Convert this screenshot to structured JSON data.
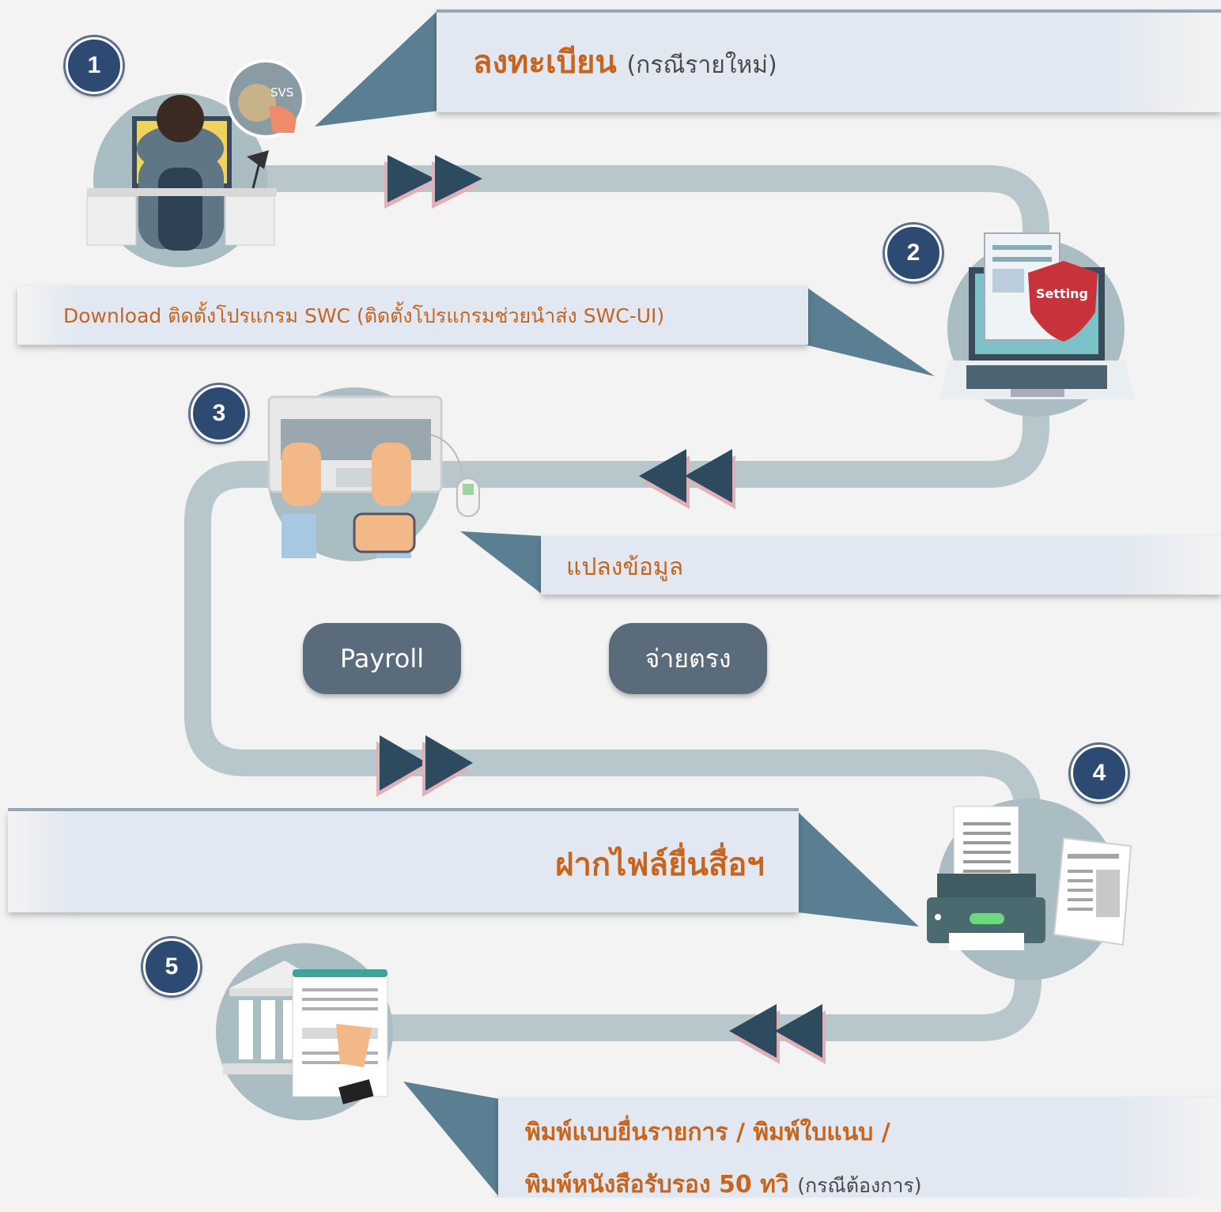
{
  "steps": [
    {
      "number": "1",
      "title": "ลงทะเบียน",
      "note": "(กรณีรายใหม่)"
    },
    {
      "number": "2",
      "title": "Download ติดตั้งโปรแกรม SWC  (ติดตั้งโปรแกรมช่วยนำส่ง SWC-UI)"
    },
    {
      "number": "3",
      "title": "แปลงข้อมูล"
    },
    {
      "number": "4",
      "title": "ฝากไฟล์ยื่นสื่อฯ"
    },
    {
      "number": "5",
      "title_line1": "พิมพ์แบบยื่นรายการ / พิมพ์ใบแนบ /",
      "title_line2": "พิมพ์หนังสือรับรอง 50 ทวิ",
      "note": "(กรณีต้องการ)"
    }
  ],
  "options": [
    "Payroll",
    "จ่ายตรง"
  ],
  "icons": {
    "step1": "svs-login-icon",
    "step2": "laptop-settings-icon",
    "step3": "keyboard-typing-icon",
    "step4": "printer-document-icon",
    "step5": "bank-document-icon"
  },
  "labels": {
    "svs": "SVS",
    "setting": "Setting"
  },
  "colors": {
    "accent_text": "#c8641c",
    "badge": "#2d4a72",
    "banner": "#e1e8f1",
    "arrow": "#2e4a5e",
    "path": "#b7c7cc",
    "pill": "#5a6b7c"
  }
}
